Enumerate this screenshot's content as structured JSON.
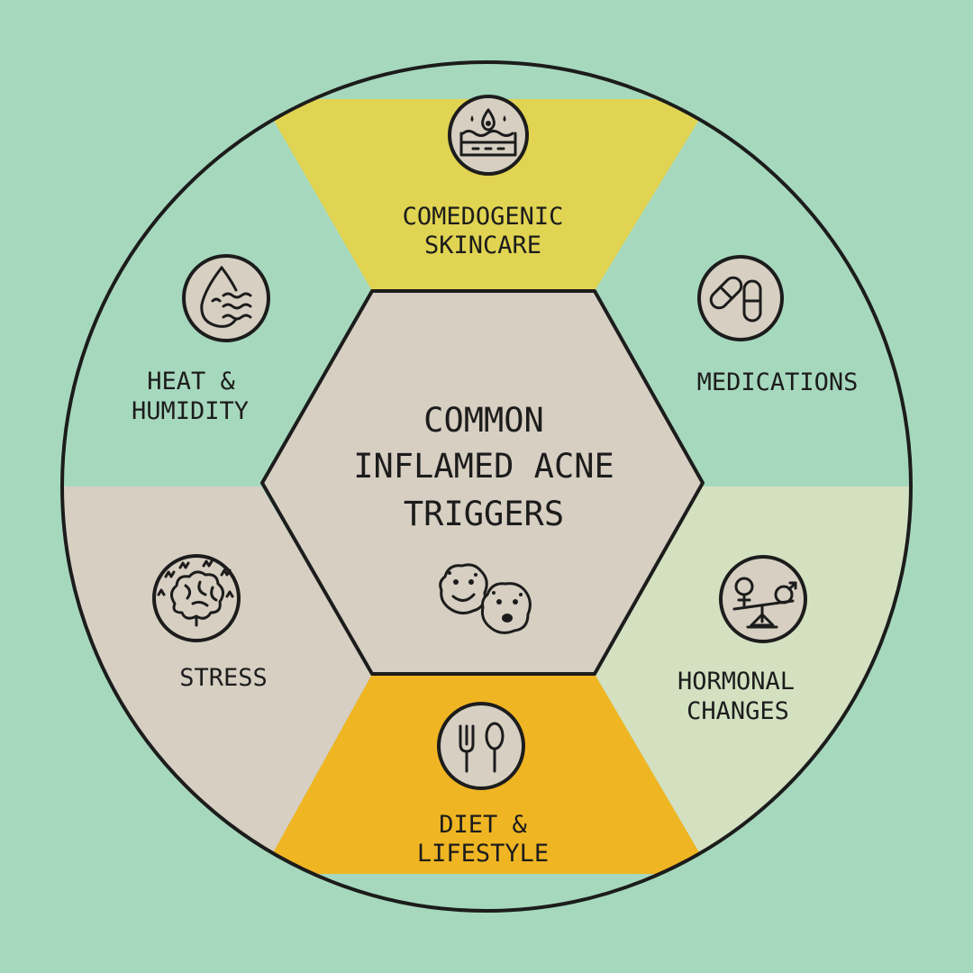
{
  "colors": {
    "background": "#a6d8bd",
    "comedogenic": "#e1d452",
    "medications": "#a6d8bd",
    "hormonal": "#d3e1c1",
    "diet": "#efb523",
    "stress": "#d6cfc2",
    "heat": "#a6d8bd",
    "hexagon": "#d6cfc2",
    "outline": "#1c1c1c"
  },
  "center": {
    "lines": [
      "COMMON",
      "INFLAMED ACNE",
      "TRIGGERS"
    ],
    "icon": "acne-faces-icon"
  },
  "segments": [
    {
      "id": "comedogenic",
      "lines": [
        "COMEDOGENIC",
        "SKINCARE"
      ],
      "icon": "skin-layers-icon"
    },
    {
      "id": "medications",
      "lines": [
        "MEDICATIONS"
      ],
      "icon": "pills-icon"
    },
    {
      "id": "hormonal",
      "lines": [
        "HORMONAL",
        "CHANGES"
      ],
      "icon": "gender-balance-icon"
    },
    {
      "id": "diet",
      "lines": [
        "DIET &",
        "LIFESTYLE"
      ],
      "icon": "fork-spoon-icon"
    },
    {
      "id": "stress",
      "lines": [
        "STRESS"
      ],
      "icon": "brain-icon"
    },
    {
      "id": "heat",
      "lines": [
        "HEAT &",
        "HUMIDITY"
      ],
      "icon": "water-drop-icon"
    }
  ]
}
